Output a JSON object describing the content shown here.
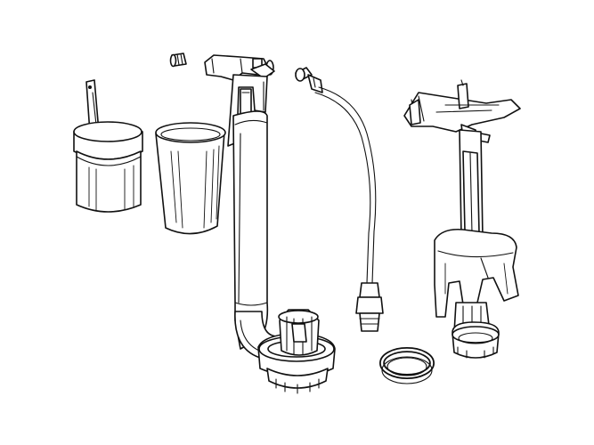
{
  "figure": {
    "caption": "",
    "background": "#ffffff",
    "stroke_color": "#111111"
  },
  "parts": [
    {
      "name": "float-cap-with-stem",
      "icon": "float-cap-icon"
    },
    {
      "name": "float-cup",
      "icon": "float-cup-icon"
    },
    {
      "name": "small-nozzle",
      "icon": "nozzle-icon"
    },
    {
      "name": "fill-valve-braided-hose",
      "icon": "fill-valve-icon"
    },
    {
      "name": "flexible-supply-hose",
      "icon": "hose-icon"
    },
    {
      "name": "flush-valve-assembly",
      "icon": "flush-valve-icon"
    },
    {
      "name": "sealing-ring",
      "icon": "seal-ring-icon"
    }
  ]
}
